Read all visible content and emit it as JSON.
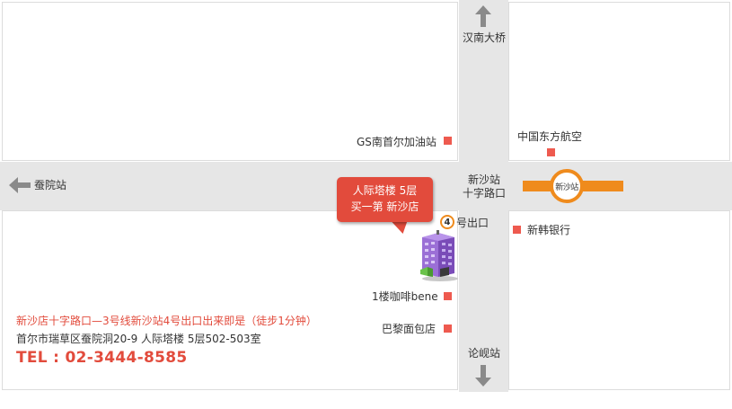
{
  "roads": {
    "north_label": "汉南大桥",
    "south_label": "论岘站",
    "west_label": "蚕院站"
  },
  "landmarks": {
    "gs_station": "GS南首尔加油站",
    "china_eastern": "中国东方航空",
    "intersection_line1": "新沙站",
    "intersection_line2": "十字路口",
    "exit_suffix": "号出口",
    "shinhan_bank": "新韩银行",
    "cafe_bene": "1楼咖啡bene",
    "paris_baguette": "巴黎面包店"
  },
  "subway": {
    "station_label": "新沙站",
    "exit_number": "4",
    "line_color": "#ef8b1d"
  },
  "callout": {
    "line1": "人际塔楼 5层",
    "line2": "买一第 新沙店",
    "color": "#e24b3c"
  },
  "info": {
    "directions": "新沙店十字路口—3号线新沙站4号出口出来即是（徒步1分钟）",
    "address": "首尔市瑞草区蚕院洞20-9 人际塔楼 5层502-503室",
    "tel": "TEL : 02-3444-8585"
  },
  "icons": {
    "arrow_up": "arrow-up-icon",
    "arrow_down": "arrow-down-icon",
    "arrow_left": "arrow-left-icon",
    "building": "building-icon"
  }
}
